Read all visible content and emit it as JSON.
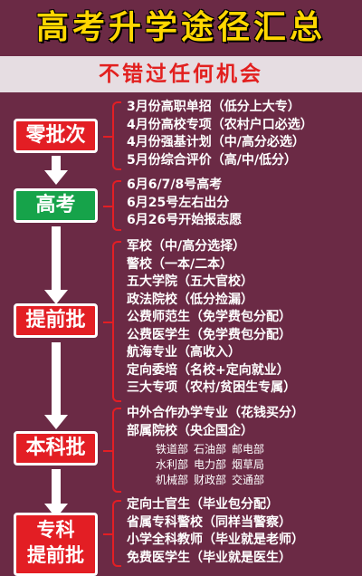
{
  "title": "高考升学途径汇总",
  "subtitle": "不错过任何机会",
  "sections": {
    "zero": {
      "label": "零批次",
      "items": [
        "3月份高职单招（低分上大专）",
        "4月份高校专项（农村户口必选）",
        "4月份强基计划（中/高分必选）",
        "5月份综合评价（高/中/低分）"
      ]
    },
    "gaokao": {
      "label": "高考",
      "items": [
        "6月6/7/8号高考",
        "6月25号左右出分",
        "6月26号开始报志愿"
      ]
    },
    "early": {
      "label": "提前批",
      "items": [
        "军校（中/高分选择）",
        "警校（一本/二本）",
        "五大学院（五大官校）",
        "政法院校（低分捡漏）",
        "公费师范生（免学费包分配）",
        "公费医学生（免学费包分配）",
        "航海专业（高收入）",
        "定向委培（名校+定向就业）",
        "三大专项（农村/贫困生专属）"
      ]
    },
    "undergrad": {
      "label": "本科批",
      "items": [
        "中外合作办学专业（花钱买分）",
        "部属院校（央企国企）"
      ],
      "sub_rows": [
        [
          "铁道部",
          "石油部",
          "邮电部"
        ],
        [
          "水利部",
          "电力部",
          "烟草局"
        ],
        [
          "机械部",
          "财政部",
          "交通部"
        ]
      ]
    },
    "college": {
      "label_line1": "专科",
      "label_line2": "提前批",
      "items": [
        "定向士官生（毕业包分配）",
        "省属专科警校（同样当警察）",
        "小学全科教师（毕业就是老师）",
        "免费医学生（毕业就是医生）"
      ]
    }
  }
}
